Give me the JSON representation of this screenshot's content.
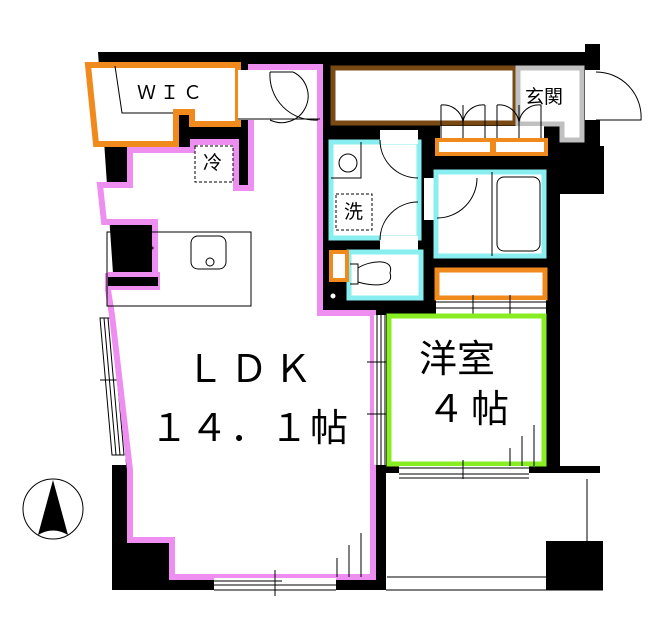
{
  "floorplan": {
    "rooms": {
      "wic": {
        "label": "ＷＩＣ",
        "color": "#f08a1c"
      },
      "entrance": {
        "label": "玄関",
        "color": "#c0c0c0"
      },
      "fridge": {
        "label": "冷"
      },
      "washer": {
        "label": "洗"
      },
      "ldk": {
        "label_line1": "ＬＤＫ",
        "label_line2": "１４．１帖",
        "color": "#ee8ef0"
      },
      "western_room": {
        "label_line1": "洋室",
        "label_line2": "４帖",
        "color": "#88ee22"
      },
      "storage_top": {
        "color": "#7a4a14"
      },
      "wet_area": {
        "color": "#88eef0"
      }
    },
    "compass": {
      "direction": "north-arrow"
    }
  }
}
